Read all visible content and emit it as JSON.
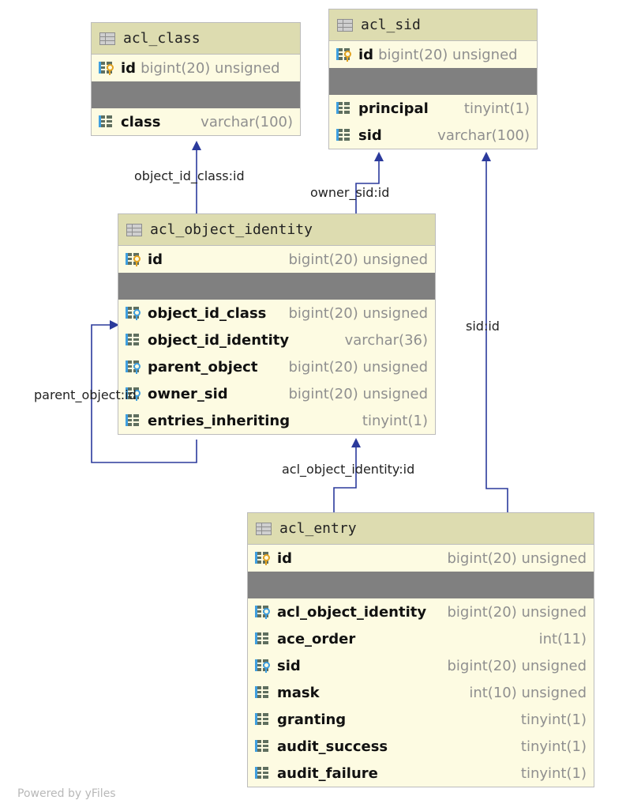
{
  "tables": {
    "acl_class": {
      "name": "acl_class",
      "columns": [
        {
          "name": "id",
          "type": "bigint(20) unsigned",
          "key": "pk"
        },
        {
          "name": "class",
          "type": "varchar(100)",
          "key": "none"
        }
      ]
    },
    "acl_sid": {
      "name": "acl_sid",
      "columns": [
        {
          "name": "id",
          "type": "bigint(20) unsigned",
          "key": "pk"
        },
        {
          "name": "principal",
          "type": "tinyint(1)",
          "key": "none"
        },
        {
          "name": "sid",
          "type": "varchar(100)",
          "key": "none"
        }
      ]
    },
    "acl_object_identity": {
      "name": "acl_object_identity",
      "columns": [
        {
          "name": "id",
          "type": "bigint(20) unsigned",
          "key": "pk"
        },
        {
          "name": "object_id_class",
          "type": "bigint(20) unsigned",
          "key": "fk"
        },
        {
          "name": "object_id_identity",
          "type": "varchar(36)",
          "key": "none"
        },
        {
          "name": "parent_object",
          "type": "bigint(20) unsigned",
          "key": "fk"
        },
        {
          "name": "owner_sid",
          "type": "bigint(20) unsigned",
          "key": "fk"
        },
        {
          "name": "entries_inheriting",
          "type": "tinyint(1)",
          "key": "none"
        }
      ]
    },
    "acl_entry": {
      "name": "acl_entry",
      "columns": [
        {
          "name": "id",
          "type": "bigint(20) unsigned",
          "key": "pk"
        },
        {
          "name": "acl_object_identity",
          "type": "bigint(20) unsigned",
          "key": "fk"
        },
        {
          "name": "ace_order",
          "type": "int(11)",
          "key": "none"
        },
        {
          "name": "sid",
          "type": "bigint(20) unsigned",
          "key": "fk"
        },
        {
          "name": "mask",
          "type": "int(10) unsigned",
          "key": "none"
        },
        {
          "name": "granting",
          "type": "tinyint(1)",
          "key": "none"
        },
        {
          "name": "audit_success",
          "type": "tinyint(1)",
          "key": "none"
        },
        {
          "name": "audit_failure",
          "type": "tinyint(1)",
          "key": "none"
        }
      ]
    }
  },
  "relations": {
    "object_id_class": "object_id_class:id",
    "owner_sid": "owner_sid:id",
    "sid": "sid:id",
    "parent_object": "parent_object:id",
    "acl_object_identity": "acl_object_identity:id"
  },
  "footer": "Powered by yFiles",
  "colors": {
    "header": "#dddcb0",
    "body": "#fdfbe2",
    "separator": "#808080",
    "edge": "#2b3a9c",
    "type_text": "#8f8f8f"
  }
}
